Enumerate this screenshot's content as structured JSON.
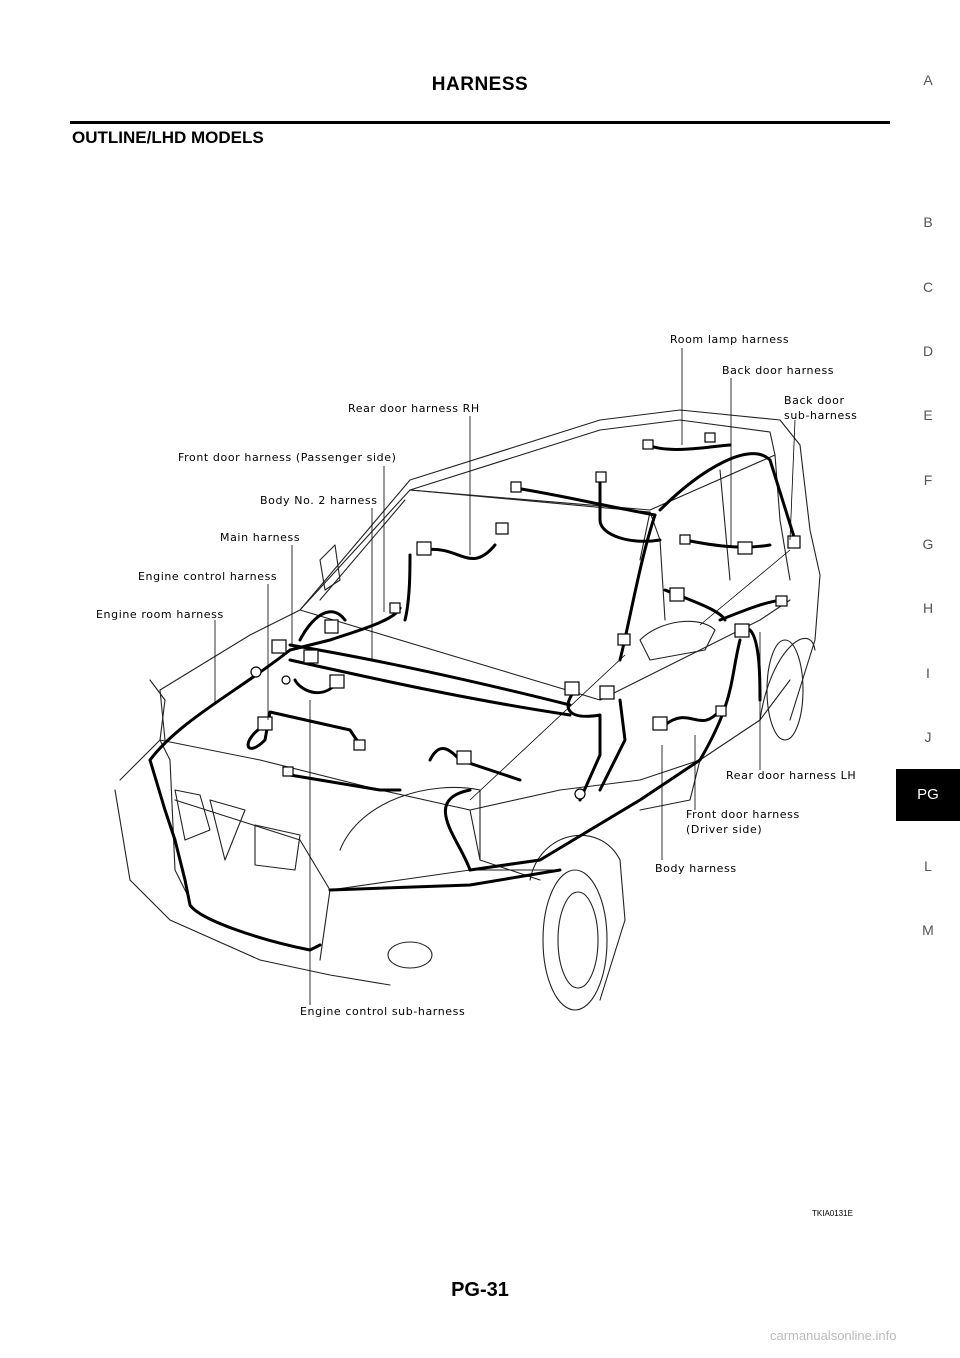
{
  "header": {
    "title": "HARNESS"
  },
  "section": {
    "title": "OUTLINE/LHD MODELS"
  },
  "side_index": {
    "items": [
      "A",
      "B",
      "C",
      "D",
      "E",
      "F",
      "G",
      "H",
      "I",
      "J",
      "PG",
      "L",
      "M"
    ],
    "active": "PG"
  },
  "diagram": {
    "labels": {
      "room_lamp": "Room lamp harness",
      "back_door": "Back door harness",
      "back_door_sub_1": "Back door",
      "back_door_sub_2": "sub-harness",
      "rear_door_rh": "Rear door harness RH",
      "front_door_passenger": "Front door harness (Passenger side)",
      "body_no2": "Body No. 2 harness",
      "main": "Main harness",
      "engine_control": "Engine control harness",
      "engine_room": "Engine room harness",
      "rear_door_lh": "Rear door harness LH",
      "front_door_driver_1": "Front door harness",
      "front_door_driver_2": "(Driver side)",
      "body": "Body harness",
      "engine_control_sub": "Engine control sub-harness"
    },
    "figure_code": "TKIA0131E"
  },
  "footer": {
    "page_number": "PG-31",
    "watermark": "carmanualsonline.info"
  }
}
